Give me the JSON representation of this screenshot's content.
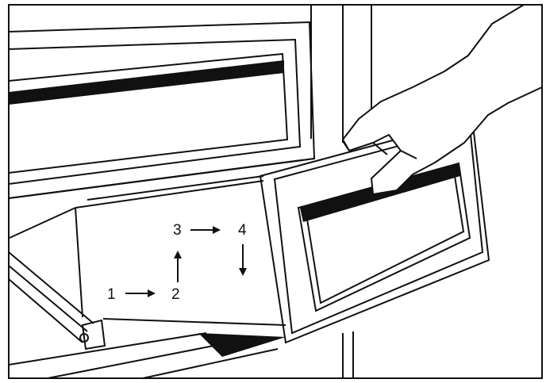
{
  "figure": {
    "step_labels": [
      "1",
      "2",
      "3",
      "4"
    ],
    "colors": {
      "stroke": "#111111",
      "background": "#ffffff"
    }
  }
}
